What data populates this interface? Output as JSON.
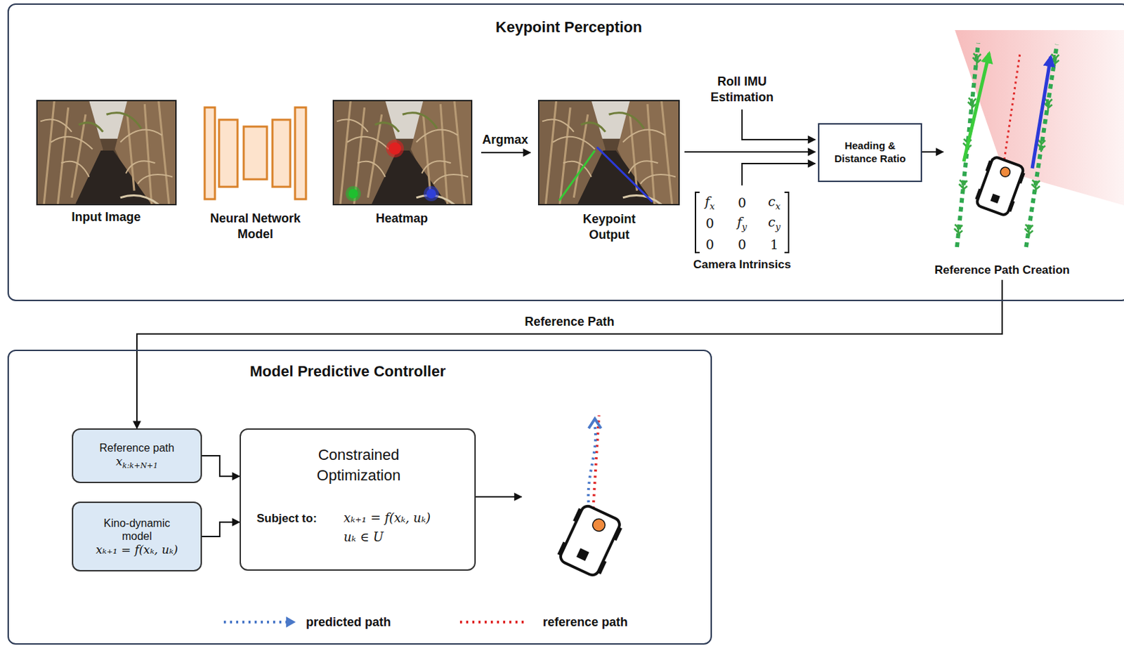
{
  "diagram": {
    "nodes": [
      {
        "text": [
          "Keypoint Perception"
        ]
      },
      {
        "text": [
          "Heading & Distance Ratio"
        ],
        "in": 0
      },
      {
        "text": [
          "Model Predictive Controller"
        ]
      },
      {
        "text": [
          "Reference path",
          "x",
          "k:k+N+1"
        ],
        "in": 2
      },
      {
        "text": [
          "Kino-dynamic model",
          "xₖ₊₁ = f(xₖ, uₖ)"
        ],
        "in": 2
      },
      {
        "text": [
          "Constrained Optimization",
          "Subject to:",
          "xₖ₊₁ = f(xₖ, uₖ)",
          "uₖ ∈ U"
        ],
        "in": 2
      }
    ],
    "edges": [
      {
        "from": 0,
        "to": 3,
        "arrow": "to",
        "label": "Reference Path"
      },
      {
        "from": 3,
        "to": 5,
        "arrow": "to"
      },
      {
        "from": 4,
        "to": 5,
        "arrow": "to"
      }
    ],
    "labels": [
      "Input Image",
      "Neural Network Model",
      "Heatmap",
      "Argmax",
      "Keypoint Output",
      "Roll IMU Estimation",
      "f",
      "x",
      "0",
      "c",
      "x",
      "0",
      "f",
      "y",
      "c",
      "y",
      "0",
      "0",
      "1",
      "Camera Intrinsics",
      "Reference Path Creation"
    ],
    "legend": [
      {
        "text": "predicted path"
      },
      {
        "text": "reference path"
      }
    ]
  }
}
